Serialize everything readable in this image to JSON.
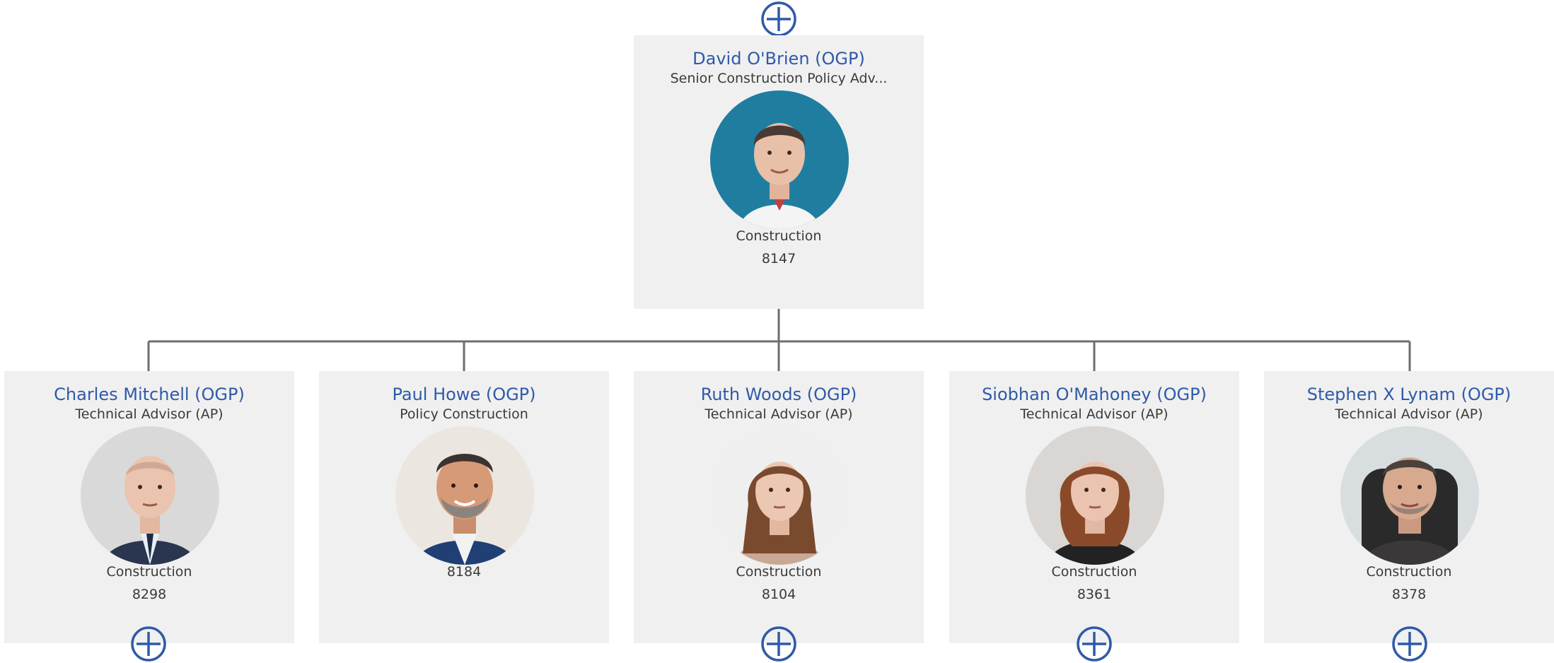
{
  "colors": {
    "name_link": "#2f5aa8",
    "card_bg": "#f0f0f0",
    "connector": "#6e6e6e",
    "expand_icon": "#2f5aa8"
  },
  "root": {
    "name": "David O'Brien (OGP)",
    "title": "Senior Construction Policy Adv...",
    "department": "Construction",
    "extension": "8147",
    "expand_icon": "plus-circle-icon"
  },
  "reports": [
    {
      "name": "Charles Mitchell (OGP)",
      "title": "Technical Advisor (AP)",
      "department": "Construction",
      "extension": "8298",
      "has_children": true
    },
    {
      "name": "Paul Howe (OGP)",
      "title": "Policy Construction",
      "department": "",
      "extension": "8184",
      "has_children": false
    },
    {
      "name": "Ruth Woods (OGP)",
      "title": "Technical Advisor (AP)",
      "department": "Construction",
      "extension": "8104",
      "has_children": true
    },
    {
      "name": "Siobhan O'Mahoney (OGP)",
      "title": "Technical Advisor (AP)",
      "department": "Construction",
      "extension": "8361",
      "has_children": true
    },
    {
      "name": "Stephen X Lynam (OGP)",
      "title": "Technical Advisor (AP)",
      "department": "Construction",
      "extension": "8378",
      "has_children": true
    }
  ]
}
